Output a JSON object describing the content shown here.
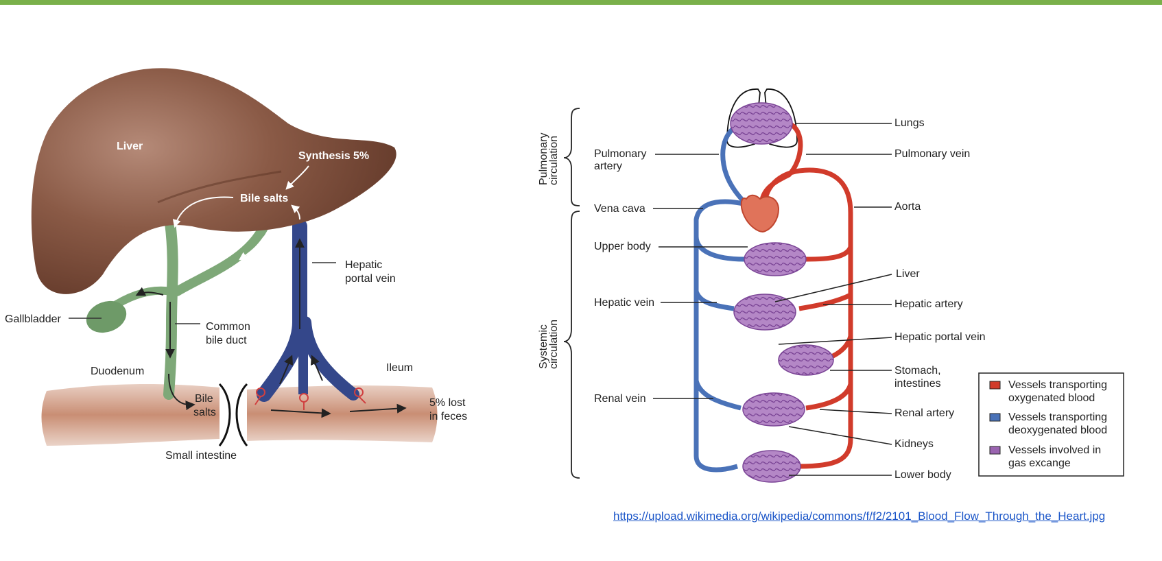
{
  "colors": {
    "accent_bar": "#7ab04a",
    "oxygenated": "#d13b2b",
    "deoxygenated": "#4a72b8",
    "gas_exchange": "#9a64b0",
    "liver": "#7a4a38",
    "bile_duct": "#7ea878",
    "portal_vein": "#34478a",
    "intestine": "#d8a08c",
    "link": "#1a55c8"
  },
  "left_diagram": {
    "liver": "Liver",
    "synthesis": "Synthesis 5%",
    "bile_salts_top": "Bile salts",
    "hepatic_portal_vein_1": "Hepatic",
    "hepatic_portal_vein_2": "portal vein",
    "gallbladder": "Gallbladder",
    "common_bile_duct_1": "Common",
    "common_bile_duct_2": "bile duct",
    "duodenum": "Duodenum",
    "ileum": "Ileum",
    "bile_salts_low_1": "Bile",
    "bile_salts_low_2": "salts",
    "lost_1": "5% lost",
    "lost_2": "in feces",
    "small_intestine": "Small intestine"
  },
  "right_diagram": {
    "pulmonary_circulation_1": "Pulmonary",
    "pulmonary_circulation_2": "circulation",
    "systemic_circulation_1": "Systemic",
    "systemic_circulation_2": "circulation",
    "pulmonary_artery_1": "Pulmonary",
    "pulmonary_artery_2": "artery",
    "vena_cava": "Vena cava",
    "upper_body": "Upper body",
    "hepatic_vein": "Hepatic vein",
    "renal_vein": "Renal vein",
    "lungs": "Lungs",
    "pulmonary_vein": "Pulmonary vein",
    "aorta": "Aorta",
    "liver": "Liver",
    "hepatic_artery": "Hepatic artery",
    "hepatic_portal_vein": "Hepatic portal vein",
    "stomach_1": "Stomach,",
    "stomach_2": "intestines",
    "renal_artery": "Renal artery",
    "kidneys": "Kidneys",
    "lower_body": "Lower body"
  },
  "legend": {
    "items": [
      {
        "line1": "Vessels transporting",
        "line2": "oxygenated blood",
        "color": "#d13b2b"
      },
      {
        "line1": "Vessels transporting",
        "line2": "deoxygenated blood",
        "color": "#4a72b8"
      },
      {
        "line1": "Vessels involved in",
        "line2": "gas excange",
        "color": "#9a64b0"
      }
    ]
  },
  "source_link": "https://upload.wikimedia.org/wikipedia/commons/f/f2/2101_Blood_Flow_Through_the_Heart.jpg"
}
